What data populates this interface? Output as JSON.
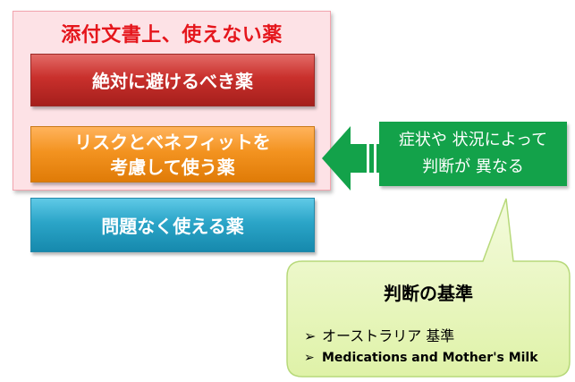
{
  "outer_box": {
    "title": "添付文書上、使えない薬"
  },
  "bars": {
    "red": "絶対に避けるべき薬",
    "orange_line1": "リスクとベネフィットを",
    "orange_line2": "考慮して使う薬",
    "cyan": "問題なく使える薬"
  },
  "green_box": {
    "line1": "症状や 状況によって",
    "line2": "判断が 異なる"
  },
  "callout": {
    "title": "判断の基準",
    "bullet_char": "➢",
    "items": [
      "オーストラリア 基準",
      "Medications and Mother's Milk"
    ]
  },
  "colors": {
    "title_red": "#e5161c",
    "bar_red": "#c9302c",
    "bar_orange": "#f39320",
    "bar_cyan": "#2ba5c8",
    "arrow_green": "#13a24a",
    "callout_fill": "#eaf7c6"
  }
}
